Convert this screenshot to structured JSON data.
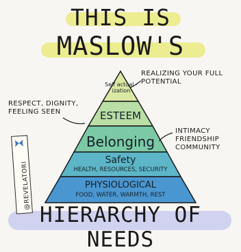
{
  "title": {
    "line1": "THIS IS",
    "line2": "MASLOW'S",
    "line3": "HIERARCHY OF NEEDS"
  },
  "pyramid": {
    "tiers": [
      {
        "label": "Self actual -ization",
        "color": "#dbe8a4"
      },
      {
        "label": "ESTEEM",
        "color": "#b9dea6"
      },
      {
        "label": "Belonging",
        "color": "#7cc9a6"
      },
      {
        "label": "Safety",
        "sublabel": "HEALTH, RESOURCES, SECURITY",
        "color": "#5db6c8"
      },
      {
        "label": "PHYSIOLOGICAL",
        "sublabel": "FOOD, WATER, WARMTH, REST",
        "color": "#4a96d0"
      }
    ]
  },
  "annotations": {
    "self": "REALIZING YOUR FULL POTENTIAL",
    "esteem": "RESPECT, DIGNITY, FEELING SEEN",
    "belonging": "INTIMACY FRIENDSHIP COMMUNITY"
  },
  "tag": {
    "handle": "@REVELATORI",
    "icon": "butterfly-icon"
  },
  "colors": {
    "yellow_wash": "#e8e870",
    "lavender_wash": "#c3c6ef",
    "ink": "#1a1a1a"
  }
}
